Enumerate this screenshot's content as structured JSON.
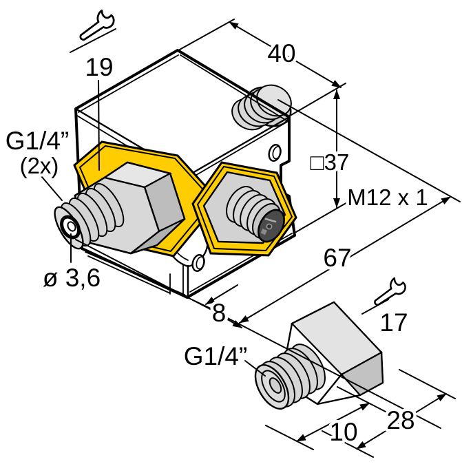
{
  "drawing": {
    "type": "technical-dimension-drawing",
    "labels": {
      "wrench_flats_top": "19",
      "body_width": "40",
      "body_square": "□37",
      "connector_thread": "M12 x 1",
      "process_thread": "G1/4”",
      "process_thread_count": "(2x)",
      "bore_diameter": "ø 3,6",
      "port_offset": "8",
      "overall_length": "67",
      "adapter_wrench_flats": "17",
      "adapter_thread": "G1/4”",
      "adapter_thread_length": "10",
      "adapter_length": "28"
    },
    "icons": {
      "top_wrench": "wrench-icon",
      "adapter_wrench": "wrench-icon"
    },
    "colors": {
      "housing_yellow": "#FFCD00",
      "metal_light": "#D8D8D8",
      "metal_mid": "#C9C9C9",
      "metal_dark": "#B5B5B5",
      "connector_face": "#4A4A4A",
      "line_black": "#000000"
    }
  }
}
